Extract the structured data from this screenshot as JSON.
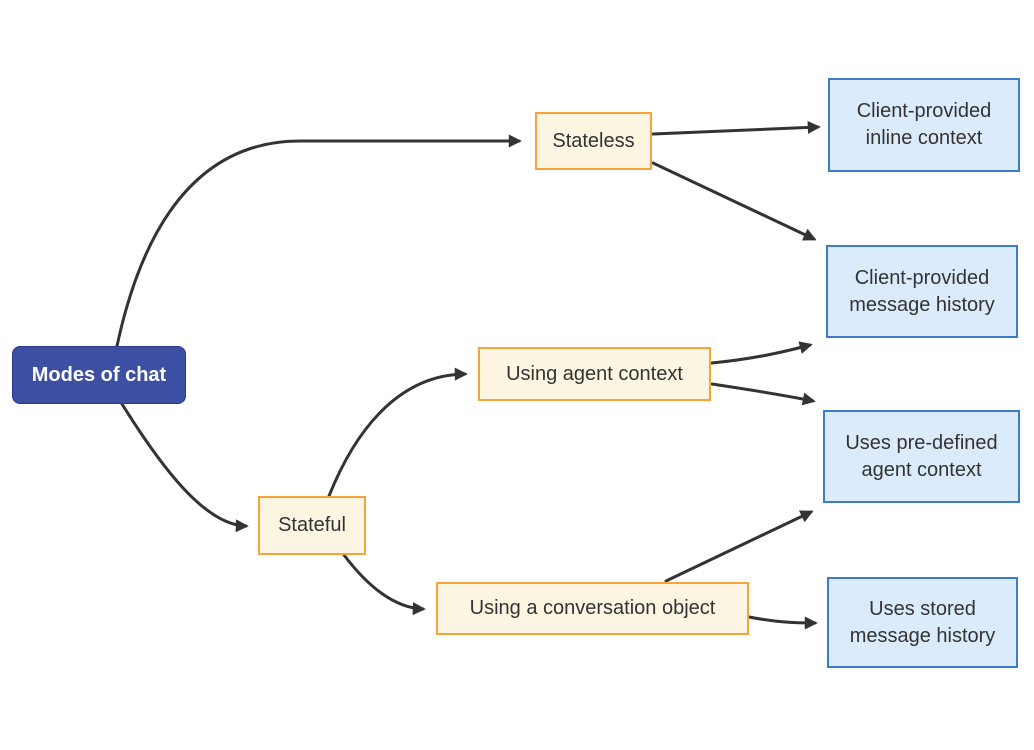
{
  "diagram": {
    "type": "flowchart",
    "direction": "left-to-right",
    "nodes": {
      "root": {
        "label": "Modes of chat"
      },
      "stateless": {
        "label": "Stateless"
      },
      "stateful": {
        "label": "Stateful"
      },
      "agent_context": {
        "label": "Using agent context"
      },
      "conversation_object": {
        "label": "Using a conversation object"
      },
      "inline_context": {
        "label": "Client-provided inline context"
      },
      "message_history": {
        "label": "Client-provided message history"
      },
      "predefined_context": {
        "label": "Uses pre-defined agent context"
      },
      "stored_history": {
        "label": "Uses stored message history"
      }
    },
    "edges": [
      {
        "from": "Modes of chat",
        "to": "Stateless"
      },
      {
        "from": "Modes of chat",
        "to": "Stateful"
      },
      {
        "from": "Stateless",
        "to": "Client-provided inline context"
      },
      {
        "from": "Stateless",
        "to": "Client-provided message history"
      },
      {
        "from": "Stateful",
        "to": "Using agent context"
      },
      {
        "from": "Stateful",
        "to": "Using a conversation object"
      },
      {
        "from": "Using agent context",
        "to": "Client-provided message history"
      },
      {
        "from": "Using agent context",
        "to": "Uses pre-defined agent context"
      },
      {
        "from": "Using a conversation object",
        "to": "Uses pre-defined agent context"
      },
      {
        "from": "Using a conversation object",
        "to": "Uses stored message history"
      }
    ],
    "colors": {
      "background": "#FFFFFF",
      "root_fill": "#3C4FA3",
      "root_border": "#2B3990",
      "root_text": "#FFFFFF",
      "branch_fill": "#FCF5E2",
      "branch_border": "#F6A33C",
      "leaf_fill": "#DCEBFB",
      "leaf_border": "#3D7CC9",
      "node_text": "#333333",
      "edge_stroke": "#333333"
    }
  }
}
